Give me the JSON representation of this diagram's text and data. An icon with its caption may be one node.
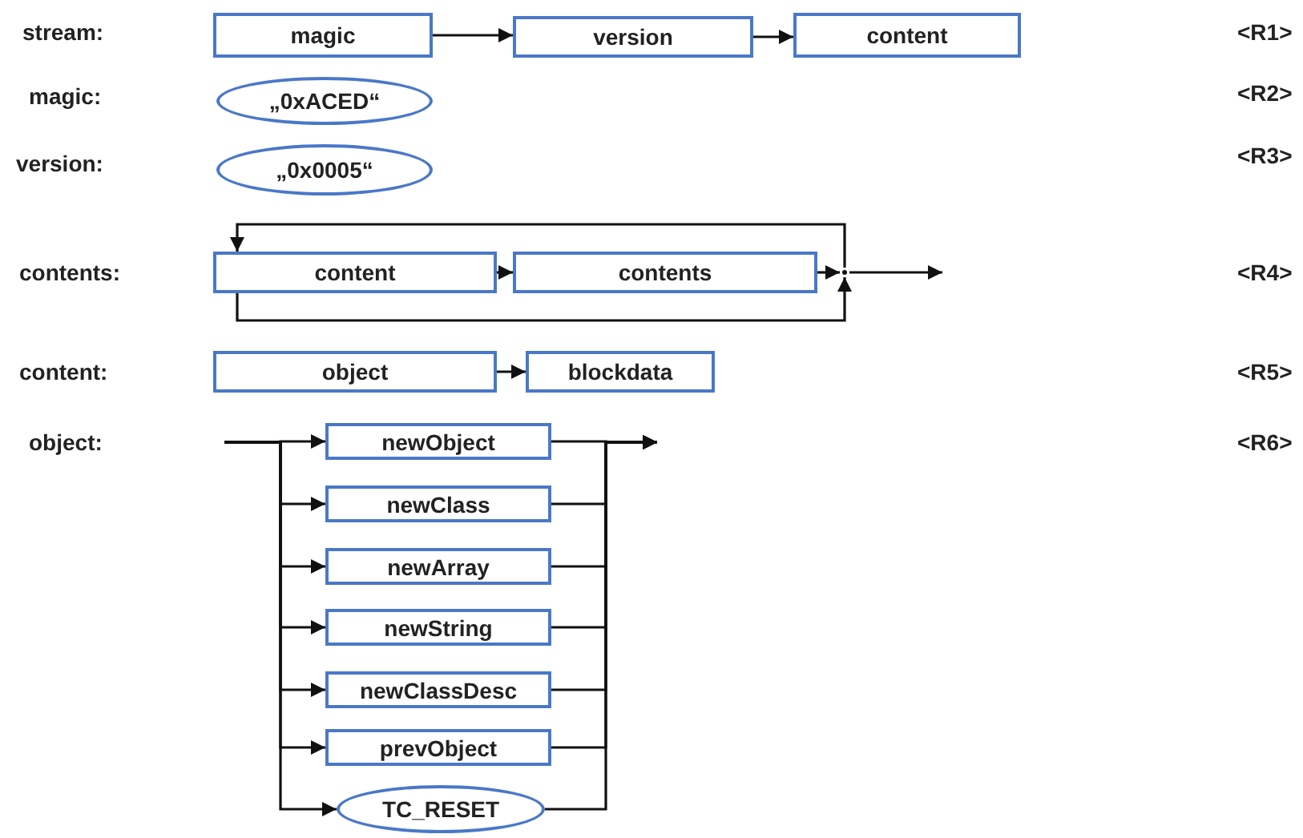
{
  "diagram": {
    "nodes": [
      {
        "text": [
          "magic"
        ]
      },
      {
        "text": [
          "version"
        ]
      },
      {
        "text": [
          "content"
        ]
      },
      {
        "text": [
          "„0xACED“"
        ]
      },
      {
        "text": [
          "„0x0005“"
        ]
      },
      {
        "text": [
          "content"
        ]
      },
      {
        "text": [
          "contents"
        ]
      },
      {
        "text": [],
        "shape": "point"
      },
      {
        "text": [
          "object"
        ]
      },
      {
        "text": [
          "blockdata"
        ]
      },
      {
        "text": [
          "newObject"
        ]
      },
      {
        "text": [
          "newClass"
        ]
      },
      {
        "text": [
          "newArray"
        ]
      },
      {
        "text": [
          "newString"
        ]
      },
      {
        "text": [
          "newClassDesc"
        ]
      },
      {
        "text": [
          "prevObject"
        ]
      },
      {
        "text": [
          "TC_RESET"
        ]
      }
    ],
    "edges": [
      {
        "from": 0,
        "to": 1,
        "arrow": "to"
      },
      {
        "from": 1,
        "to": 2,
        "arrow": "to"
      },
      {
        "from": 5,
        "to": 6,
        "arrow": "to"
      },
      {
        "from": 6,
        "to": 7,
        "arrow": "to"
      },
      {
        "from": 7,
        "to": 5,
        "arrow": "to"
      },
      {
        "from": 5,
        "to": 7,
        "arrow": "to"
      },
      {
        "from": 7,
        "to": null,
        "arrow": "to"
      },
      {
        "from": 8,
        "to": 9,
        "arrow": "to"
      },
      {
        "from": null,
        "to": 10,
        "arrow": "to"
      },
      {
        "from": null,
        "to": 11,
        "arrow": "to"
      },
      {
        "from": null,
        "to": 12,
        "arrow": "to"
      },
      {
        "from": null,
        "to": 13,
        "arrow": "to"
      },
      {
        "from": null,
        "to": 14,
        "arrow": "to"
      },
      {
        "from": null,
        "to": 15,
        "arrow": "to"
      },
      {
        "from": null,
        "to": 16,
        "arrow": "to"
      },
      {
        "from": 10,
        "to": null,
        "arrow": "to"
      },
      {
        "from": 11,
        "to": null,
        "arrow": "to"
      },
      {
        "from": 12,
        "to": null,
        "arrow": "to"
      },
      {
        "from": 13,
        "to": null,
        "arrow": "to"
      },
      {
        "from": 14,
        "to": null,
        "arrow": "to"
      },
      {
        "from": 15,
        "to": null,
        "arrow": "to"
      },
      {
        "from": 16,
        "to": null,
        "arrow": "to"
      }
    ],
    "labels": [
      "stream:",
      "<R1>",
      "magic:",
      "<R2>",
      "version:",
      "<R3>",
      "contents:",
      "<R4>",
      "content:",
      "<R5>",
      "object:",
      "<R6>"
    ]
  }
}
